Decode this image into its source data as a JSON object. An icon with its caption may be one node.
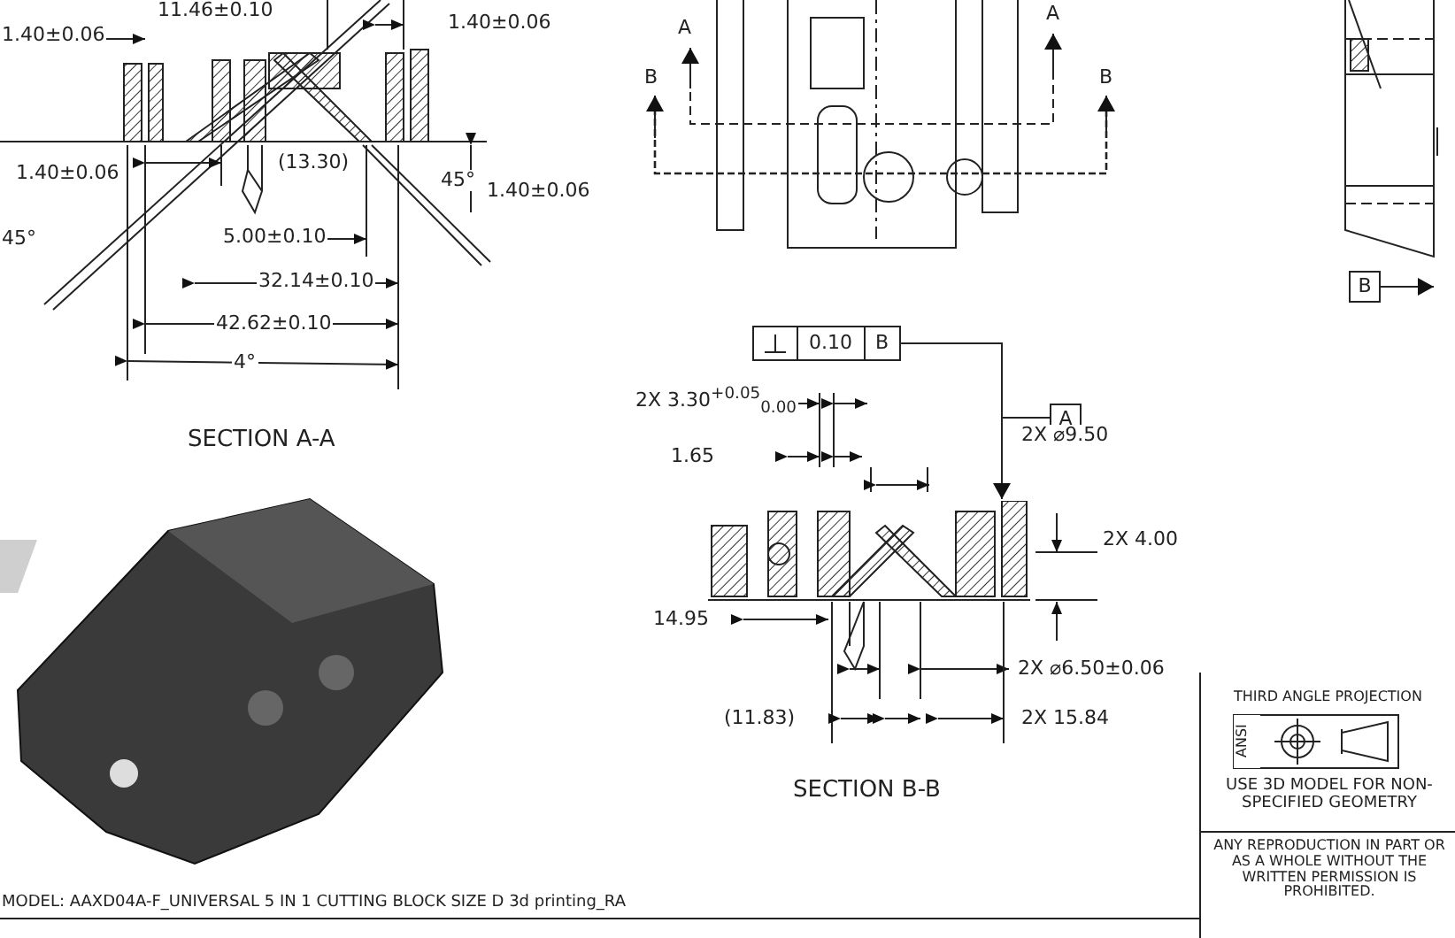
{
  "diagram": {
    "nodes": [
      {
        "text": [
          "0.10",
          "B"
        ]
      },
      {
        "text": [],
        "shape": "picture"
      },
      {
        "text": [
          "A"
        ]
      },
      {
        "text": [
          "B"
        ]
      }
    ],
    "edges": [
      {
        "from": 0,
        "to": 1,
        "arrow": "to"
      },
      {
        "from": 2,
        "to": 1,
        "arrow": "to"
      },
      {
        "from": 3,
        "to": null,
        "arrow": "to"
      }
    ],
    "labels": [
      "11.46±0.10",
      "1.40±0.06",
      "1.40±0.06",
      "A",
      "A",
      "B",
      "B",
      "1.40±0.06",
      "(13.30)",
      "45°",
      "1.40±0.06",
      "45°",
      "5.00±0.10",
      "32.14±0.10",
      "42.62±0.10",
      "4°",
      "SECTION A-A",
      "2X 3.30$^{+0.05}$$_{0.00}$",
      "1.65",
      "2X ⌀9.50",
      "2X 4.00",
      "14.95",
      "2X ⌀6.50±0.06",
      "(11.83)",
      "2X 15.84",
      "SECTION B-B",
      "THIRD ANGLE PROJECTION",
      "ANSI",
      "USE 3D MODEL FOR NON-SPECIFIED GEOMETRY",
      "ANY REPRODUCTION IN PART OR AS A WHOLE WITHOUT THE WRITTEN PERMISSION IS PROHIBITED.",
      "MODEL: AAXD04A-F_UNIVERSAL 5 IN 1 CUTTING BLOCK SIZE D 3d printing_RA"
    ]
  }
}
